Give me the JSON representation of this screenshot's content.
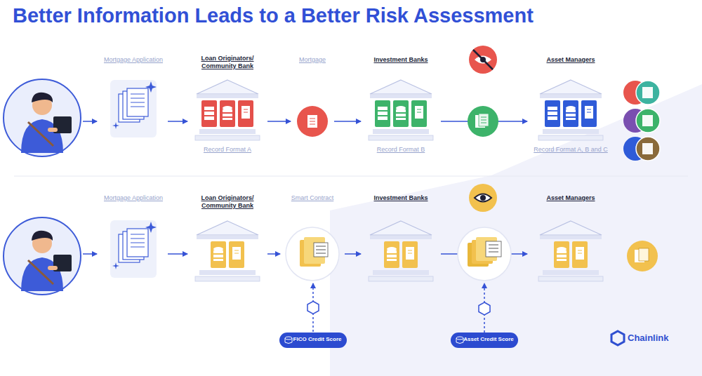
{
  "diagram": {
    "title": "Better Information Leads to a Better Risk Assessment",
    "nodes": [
      {
        "text": [
          "Mortgage Application"
        ]
      },
      {
        "text": [
          "Loan Originators/ Community Bank",
          "Record Format A"
        ]
      },
      {
        "text": [
          "Mortgage"
        ]
      },
      {
        "text": [
          "Investment Banks",
          "Record Format B"
        ]
      },
      {
        "text": [
          "Asset Managers",
          "Record Format A, B and C"
        ]
      },
      {
        "text": [
          "Mortgage Application"
        ]
      },
      {
        "text": [
          "Loan Originators/ Community Bank"
        ]
      },
      {
        "text": [
          "Smart Contract"
        ]
      },
      {
        "text": [
          "Investment Banks"
        ]
      },
      {
        "text": [
          "Asset Managers"
        ]
      },
      {
        "text": [
          "FICO Credit Score"
        ]
      },
      {
        "text": [
          "Asset Credit Score"
        ]
      }
    ],
    "edges": [
      {
        "from": 0,
        "to": 1,
        "arrow": "to"
      },
      {
        "from": 1,
        "to": 2,
        "arrow": "to"
      },
      {
        "from": 2,
        "to": 3,
        "arrow": "to"
      },
      {
        "from": 3,
        "to": 4,
        "arrow": "to"
      },
      {
        "from": 5,
        "to": 6,
        "arrow": "to"
      },
      {
        "from": 6,
        "to": 7,
        "arrow": "to"
      },
      {
        "from": 7,
        "to": 8,
        "arrow": "to"
      },
      {
        "from": 8,
        "to": 9,
        "arrow": "to"
      },
      {
        "from": 10,
        "to": 7,
        "arrow": "to"
      }
    ],
    "labels": [
      "Chainlink"
    ]
  }
}
